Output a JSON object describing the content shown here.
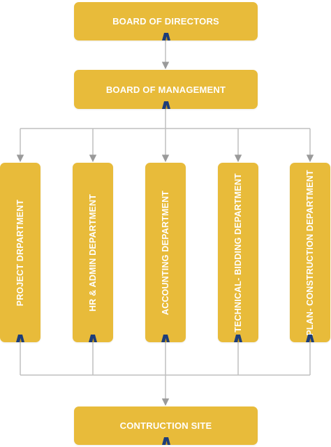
{
  "top": {
    "board_of_directors": "BOARD OF DIRECTORS",
    "board_of_management": "BOARD OF MANAGEMENT"
  },
  "departments": [
    "PROJECT DRPARTMENT",
    "HR & ADMIN DEPARTMENT",
    "ACCOUNTING DEPARTMENT",
    "TECHNICAL- BIDDING DEPARTMENT",
    "PLAN- CONSTRUCTION DEPARTMENT"
  ],
  "bottom": {
    "site": "CONTRUCTION SITE"
  },
  "colors": {
    "box": "#e8bb3a",
    "text": "#ffffff",
    "tab_navy": "#1d3d7a",
    "tab_gold": "#c99a1a",
    "connector": "#bfbfbf",
    "arrow": "#9a9a9a"
  }
}
